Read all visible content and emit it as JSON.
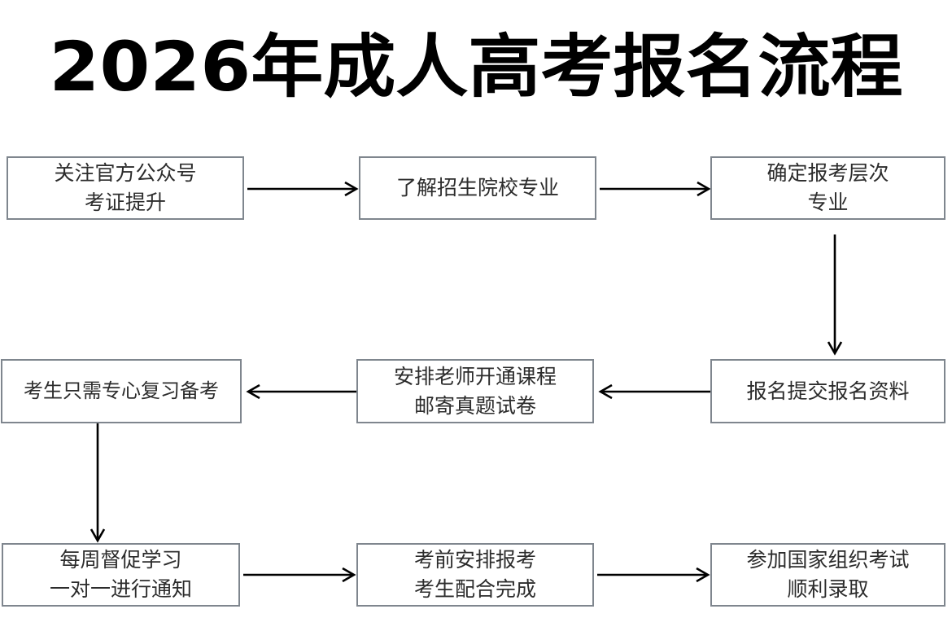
{
  "title": "2026年成人高考报名流程",
  "chart_data": {
    "type": "diagram",
    "title": "2026年成人高考报名流程",
    "nodes": [
      {
        "id": "n1",
        "lines": [
          "关注官方公众号",
          "考证提升"
        ]
      },
      {
        "id": "n2",
        "lines": [
          "了解招生院校专业"
        ]
      },
      {
        "id": "n3",
        "lines": [
          "确定报考层次",
          "专业"
        ]
      },
      {
        "id": "n4",
        "lines": [
          "考生只需专心复习备考"
        ]
      },
      {
        "id": "n5",
        "lines": [
          "安排老师开通课程",
          "邮寄真题试卷"
        ]
      },
      {
        "id": "n6",
        "lines": [
          "报名提交报名资料"
        ]
      },
      {
        "id": "n7",
        "lines": [
          "每周督促学习",
          "一对一进行通知"
        ]
      },
      {
        "id": "n8",
        "lines": [
          "考前安排报考",
          "考生配合完成"
        ]
      },
      {
        "id": "n9",
        "lines": [
          "参加国家组织考试",
          "顺利录取"
        ]
      }
    ],
    "edges": [
      {
        "from": "n1",
        "to": "n2",
        "direction": "right"
      },
      {
        "from": "n2",
        "to": "n3",
        "direction": "right"
      },
      {
        "from": "n3",
        "to": "n6",
        "direction": "down"
      },
      {
        "from": "n6",
        "to": "n5",
        "direction": "left"
      },
      {
        "from": "n5",
        "to": "n4",
        "direction": "left"
      },
      {
        "from": "n4",
        "to": "n7",
        "direction": "down"
      },
      {
        "from": "n7",
        "to": "n8",
        "direction": "right"
      },
      {
        "from": "n8",
        "to": "n9",
        "direction": "right"
      }
    ],
    "colors": {
      "background": "#ffffff",
      "box_border": "#7f868e",
      "box_fill": "#ffffff",
      "node_text": "#2c2c2c",
      "title_text": "#000000",
      "arrow": "#000000"
    }
  },
  "nodes": {
    "n1": {
      "line1": "关注官方公众号",
      "line2": "考证提升"
    },
    "n2": {
      "line1": "了解招生院校专业"
    },
    "n3": {
      "line1": "确定报考层次",
      "line2": "专业"
    },
    "n4": {
      "line1": "考生只需专心复习备考"
    },
    "n5": {
      "line1": "安排老师开通课程",
      "line2": "邮寄真题试卷"
    },
    "n6": {
      "line1": "报名提交报名资料"
    },
    "n7": {
      "line1": "每周督促学习",
      "line2": "一对一进行通知"
    },
    "n8": {
      "line1": "考前安排报考",
      "line2": "考生配合完成"
    },
    "n9": {
      "line1": "参加国家组织考试",
      "line2": "顺利录取"
    }
  }
}
